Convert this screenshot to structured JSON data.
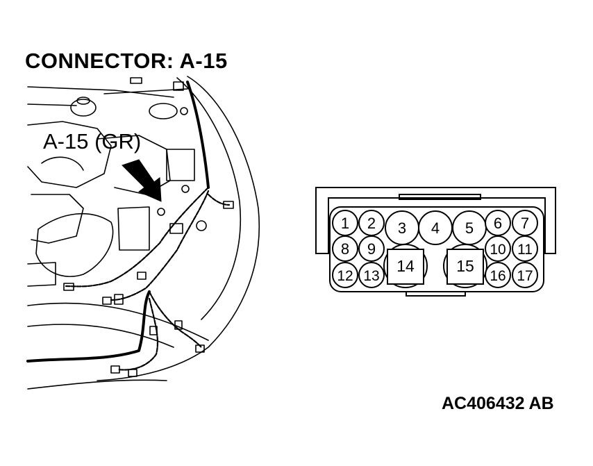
{
  "title": "CONNECTOR: A-15",
  "callout": "A-15 (GR)",
  "figure_id": "AC406432 AB",
  "connector": {
    "pins": [
      "1",
      "2",
      "3",
      "4",
      "5",
      "6",
      "7",
      "8",
      "9",
      "10",
      "11",
      "12",
      "13",
      "14",
      "15",
      "16",
      "17"
    ]
  }
}
